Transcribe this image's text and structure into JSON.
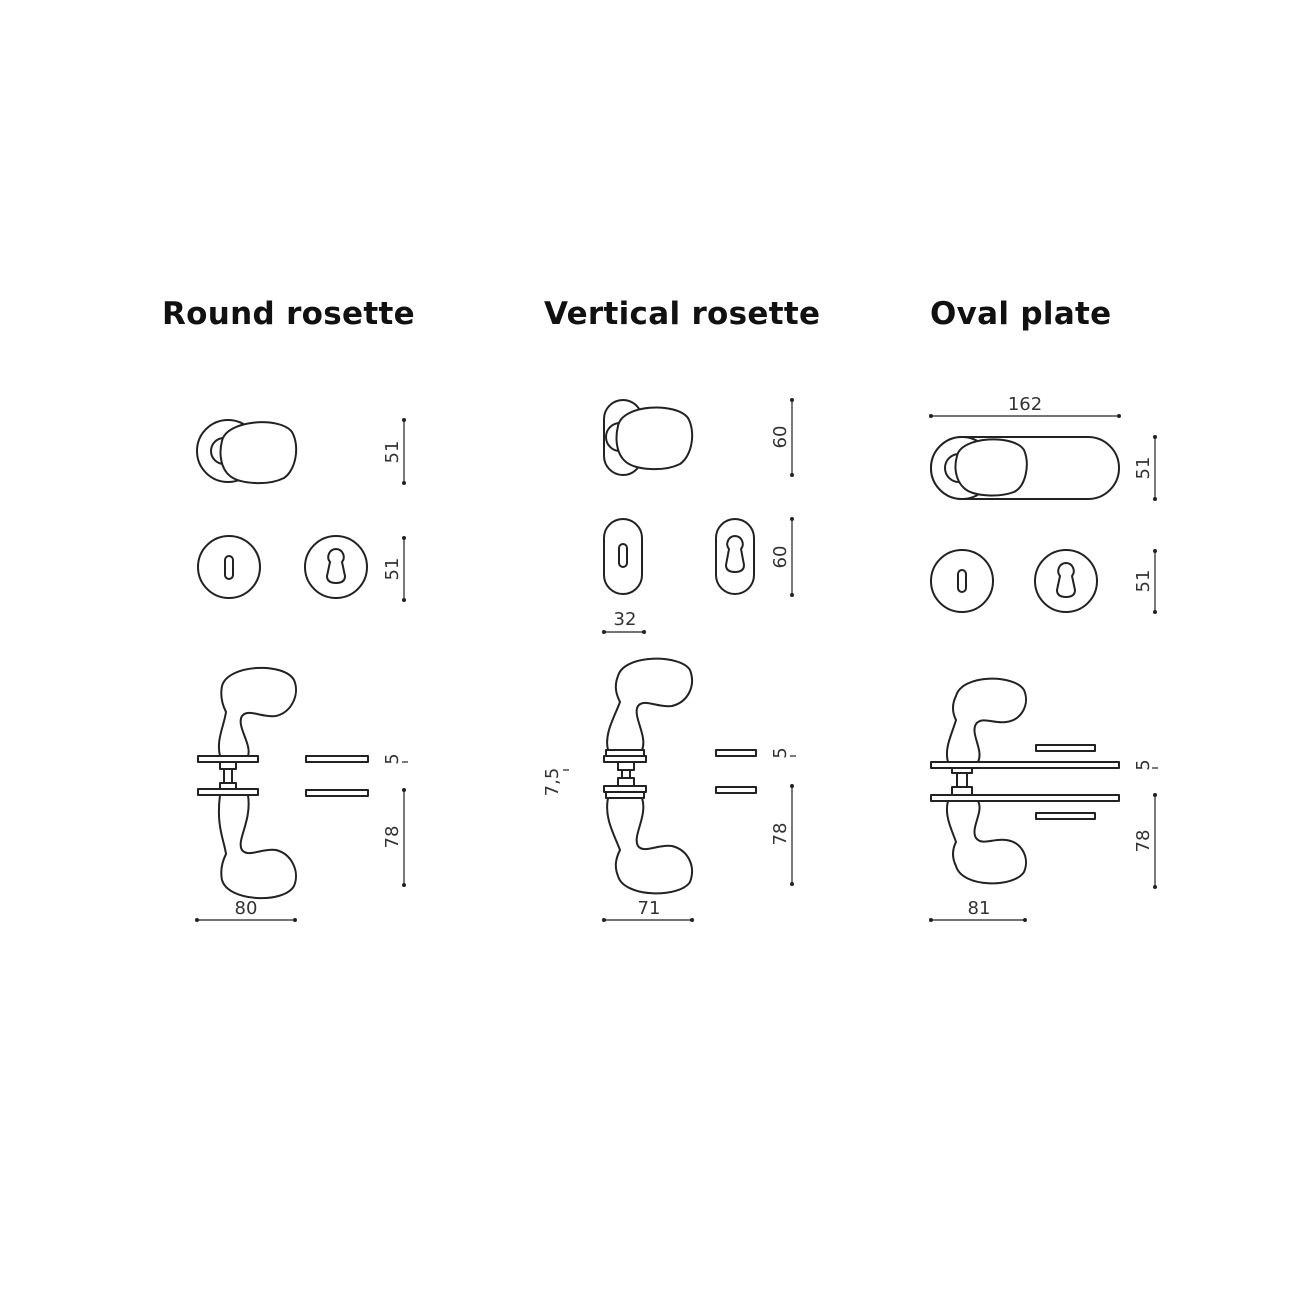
{
  "titles": {
    "round": "Round rosette",
    "vertical": "Vertical rosette",
    "oval": "Oval plate"
  },
  "dimensions": {
    "round": {
      "knob_height": "51",
      "escutcheon_height": "51",
      "rosette_thickness": "5",
      "projection": "78",
      "knob_width": "80"
    },
    "vertical": {
      "knob_height": "60",
      "escutcheon_height": "60",
      "escutcheon_width": "32",
      "rosette_thickness": "5",
      "spindle_gap": "7,5",
      "projection": "78",
      "knob_width": "71"
    },
    "oval": {
      "plate_length": "162",
      "plate_height": "51",
      "escutcheon_height": "51",
      "plate_thickness": "5",
      "projection": "78",
      "knob_width": "81"
    }
  }
}
